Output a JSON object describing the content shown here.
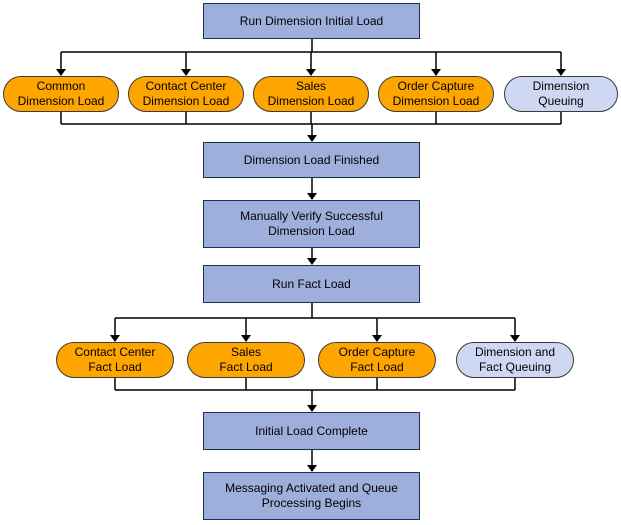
{
  "nodes": {
    "run_dimension_initial_load": "Run Dimension Initial Load",
    "common_dimension_load": "Common\nDimension Load",
    "contact_center_dimension_load": "Contact Center\nDimension Load",
    "sales_dimension_load": "Sales\nDimension Load",
    "order_capture_dimension_load": "Order Capture\nDimension Load",
    "dimension_queuing": "Dimension\nQueuing",
    "dimension_load_finished": "Dimension Load Finished",
    "manually_verify": "Manually Verify Successful\nDimension Load",
    "run_fact_load": "Run Fact Load",
    "contact_center_fact_load": "Contact Center\nFact Load",
    "sales_fact_load": "Sales\nFact Load",
    "order_capture_fact_load": "Order Capture\nFact Load",
    "dimension_and_fact_queuing": "Dimension and\nFact Queuing",
    "initial_load_complete": "Initial Load Complete",
    "messaging_activated": "Messaging Activated and Queue\nProcessing Begins"
  },
  "colors": {
    "step_box": "#9fafdc",
    "load_task": "#ffa500",
    "queuing_task": "#cfd8f2"
  }
}
